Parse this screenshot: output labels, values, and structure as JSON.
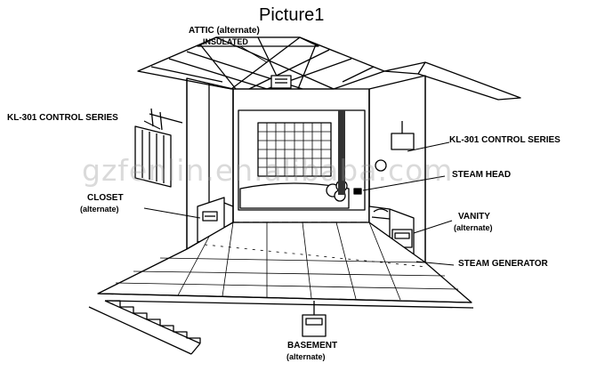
{
  "title": "Picture1",
  "watermark": "gzfenlin.en.alibaba.com",
  "labels": {
    "attic": "ATTIC  (alternate)",
    "attic_sub": "INSULATED",
    "control_left": "KL-301 CONTROL SERIES",
    "closet": "CLOSET",
    "closet_sub": "(alternate)",
    "control_right": "KL-301 CONTROL SERIES",
    "steamhead": "STEAM HEAD",
    "vanity": "VANITY",
    "vanity_sub": "(alternate)",
    "steam_generator": "STEAM GENERATOR",
    "basement": "BASEMENT",
    "basement_sub": "(alternate)"
  },
  "colors": {
    "line": "#000000",
    "background": "#ffffff",
    "watermark": "#969696"
  }
}
